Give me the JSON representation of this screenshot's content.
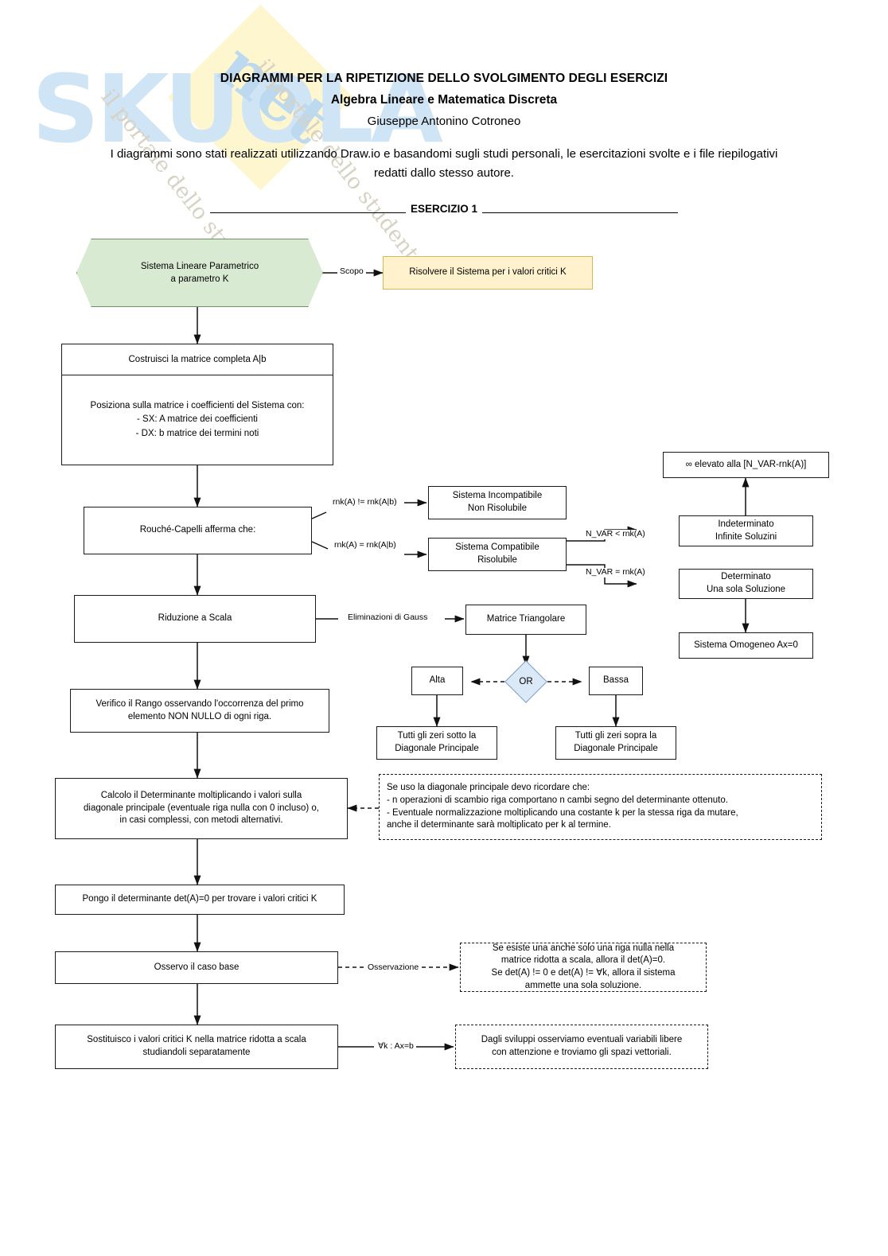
{
  "header": {
    "title": "DIAGRAMMI PER LA RIPETIZIONE DELLO SVOLGIMENTO DEGLI ESERCIZI",
    "subtitle": "Algebra Lineare e Matematica Discreta",
    "author": "Giuseppe Antonino Cotroneo",
    "description_line1": "I diagrammi sono stati realizzati utilizzando Draw.io e basandomi sugli studi personali, le esercitazioni svolte e i file riepilogativi",
    "description_line2": "redatti dallo stesso autore.",
    "exercise_label": "ESERCIZIO 1"
  },
  "watermark": {
    "logo": "SKUOLA",
    "suffix": "net",
    "tagline1": "il portale dello studente",
    "tagline2": "il portale dello studente"
  },
  "colors": {
    "hexagon_fill": "#d9ead3",
    "hexagon_border": "#6f8f66",
    "scopo_fill": "#fff2cc",
    "scopo_border": "#d6b656",
    "diamond_fill": "#dbe8f7",
    "diamond_border": "#7a9cc2",
    "node_border": "#1a1a1a",
    "watermark_blue": "#cfe4f5",
    "watermark_yellow": "#fdf6cf"
  },
  "nodes": {
    "start_hexagon": {
      "line1": "Sistema Lineare Parametrico",
      "line2": "a parametro K"
    },
    "scopo_box": "Risolvere il Sistema per i valori critici K",
    "matrix_box": {
      "header": "Costruisci la matrice completa A|b",
      "body_line1": "Posiziona sulla matrice i coefficienti del Sistema con:",
      "body_line2": "- SX: A matrice dei coefficienti",
      "body_line3": "- DX: b matrice dei termini noti"
    },
    "rouche_capelli": "Rouché-Capelli afferma che:",
    "incompatibile": {
      "line1": "Sistema Incompatibile",
      "line2": "Non Risolubile"
    },
    "compatibile": {
      "line1": "Sistema Compatibile",
      "line2": "Risolubile"
    },
    "infinito": "∞ elevato alla [N_VAR-rnk(A)]",
    "indeterminato": {
      "line1": "Indeterminato",
      "line2": "Infinite Soluzini"
    },
    "determinato": {
      "line1": "Determinato",
      "line2": "Una sola Soluzione"
    },
    "omogeneo": "Sistema Omogeneo Ax=0",
    "riduzione": "Riduzione a Scala",
    "triangolare": "Matrice Triangolare",
    "alta": "Alta",
    "bassa": "Bassa",
    "or_diamond": "OR",
    "zeri_sotto": {
      "line1": "Tutti gli zeri sotto la",
      "line2": "Diagonale Principale"
    },
    "zeri_sopra": {
      "line1": "Tutti gli zeri sopra la",
      "line2": "Diagonale Principale"
    },
    "verifico_rango": {
      "line1": "Verifico il Rango osservando l'occorrenza del primo",
      "line2": "elemento NON NULLO di ogni riga."
    },
    "calcolo_determinante": {
      "line1": "Calcolo il Determinante moltiplicando i valori sulla",
      "line2": "diagonale principale (eventuale riga nulla con 0 incluso) o,",
      "line3": "in casi complessi, con metodi alternativi."
    },
    "nota_diagonale": {
      "line1": "Se uso la diagonale principale devo ricordare che:",
      "line2": "- n operazioni di scambio riga comportano n cambi segno del determinante ottenuto.",
      "line3": "- Eventuale normalizzazione moltiplicando una costante k per la stessa riga da mutare,",
      "line4": "anche il determinante sarà moltiplicato per k al termine."
    },
    "pongo_determinante": "Pongo il determinante det(A)=0 per trovare i valori critici K",
    "osservo_caso_base": "Osservo il caso base",
    "nota_osservazione": {
      "line1": "Se esiste una anche solo una riga nulla nella",
      "line2": "matrice ridotta a scala, allora il det(A)=0.",
      "line3": "Se det(A) != 0 e det(A) != ∀k, allora il sistema",
      "line4": "ammette una sola soluzione."
    },
    "sostituisco": {
      "line1": "Sostituisco i valori critici K nella matrice ridotta a scala",
      "line2": "studiandoli separatamente"
    },
    "nota_sviluppi": {
      "line1": "Dagli sviluppi osserviamo eventuali variabili libere",
      "line2": "con attenzione e troviamo gli spazi vettoriali."
    }
  },
  "edge_labels": {
    "scopo": "Scopo",
    "rank_neq": "rnk(A) != rnk(A|b)",
    "rank_eq": "rnk(A) = rnk(A|b)",
    "nvar_lt": "N_VAR < rnk(A)",
    "nvar_eq": "N_VAR = rnk(A)",
    "gauss": "Eliminazioni di Gauss",
    "osservazione": "Osservazione",
    "forall_k": "∀k : Ax=b"
  }
}
